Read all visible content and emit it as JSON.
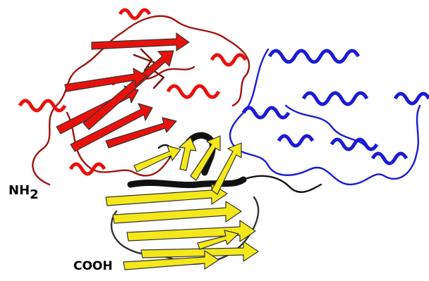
{
  "labels": {
    "n_terminus": "NH",
    "n_terminus_sub": "2",
    "c_terminus": "COOH"
  },
  "colors": {
    "domain_n": "#e8120c",
    "domain_middle": "#1b1bd6",
    "domain_c": "#f5e81a",
    "linker": "#111111",
    "outline": "#333333",
    "background": "#ffffff"
  },
  "icons": {
    "figure": "protein-ribbon-structure-icon"
  }
}
